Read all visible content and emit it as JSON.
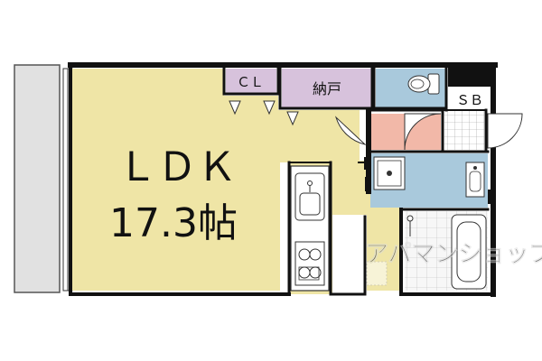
{
  "floorplan": {
    "rooms": {
      "ldk": {
        "name": "ＬＤＫ",
        "area": "17.3帖"
      },
      "closet": {
        "name": "ＣＬ"
      },
      "storage": {
        "name": "納戸"
      },
      "shoe_box": {
        "name": "ＳＢ"
      }
    },
    "watermark": "アパマンショップ"
  },
  "colors": {
    "ldk_floor": "#efe5a6",
    "storage_floor": "#d7c2dc",
    "wet_area": "#a9c9dc",
    "entrance": "#f2b8a8",
    "balcony": "#e1e1e1",
    "bath_tile": "#f5f5f5",
    "wall": "#111111"
  },
  "icons": [
    "toilet-icon",
    "washing-machine-icon",
    "sink-icon",
    "kitchen-sink-icon",
    "stove-icon",
    "bathtub-icon",
    "shower-icon"
  ]
}
